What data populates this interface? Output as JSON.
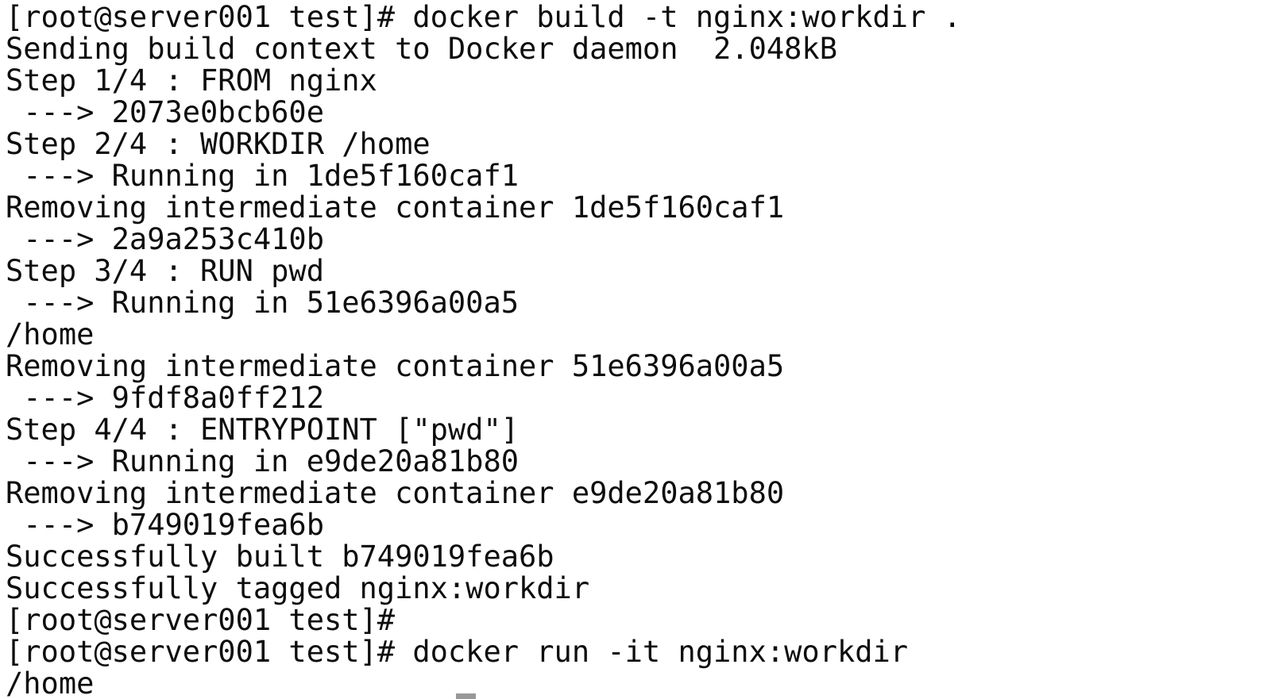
{
  "terminal": {
    "colors": {
      "background": "#ffffff",
      "text": "#0d0d0d",
      "cursor": "#989898"
    },
    "prompt": "[root@server001 test]#",
    "commands": {
      "build_command": "docker build -t nginx:workdir .",
      "run_command": "docker run -it nginx:workdir"
    },
    "lines": [
      "[root@server001 test]# docker build -t nginx:workdir .",
      "Sending build context to Docker daemon  2.048kB",
      "Step 1/4 : FROM nginx",
      " ---> 2073e0bcb60e",
      "Step 2/4 : WORKDIR /home",
      " ---> Running in 1de5f160caf1",
      "Removing intermediate container 1de5f160caf1",
      " ---> 2a9a253c410b",
      "Step 3/4 : RUN pwd",
      " ---> Running in 51e6396a00a5",
      "/home",
      "Removing intermediate container 51e6396a00a5",
      " ---> 9fdf8a0ff212",
      "Step 4/4 : ENTRYPOINT [\"pwd\"]",
      " ---> Running in e9de20a81b80",
      "Removing intermediate container e9de20a81b80",
      " ---> b749019fea6b",
      "Successfully built b749019fea6b",
      "Successfully tagged nginx:workdir",
      "[root@server001 test]#",
      "[root@server001 test]# docker run -it nginx:workdir",
      "/home"
    ]
  }
}
